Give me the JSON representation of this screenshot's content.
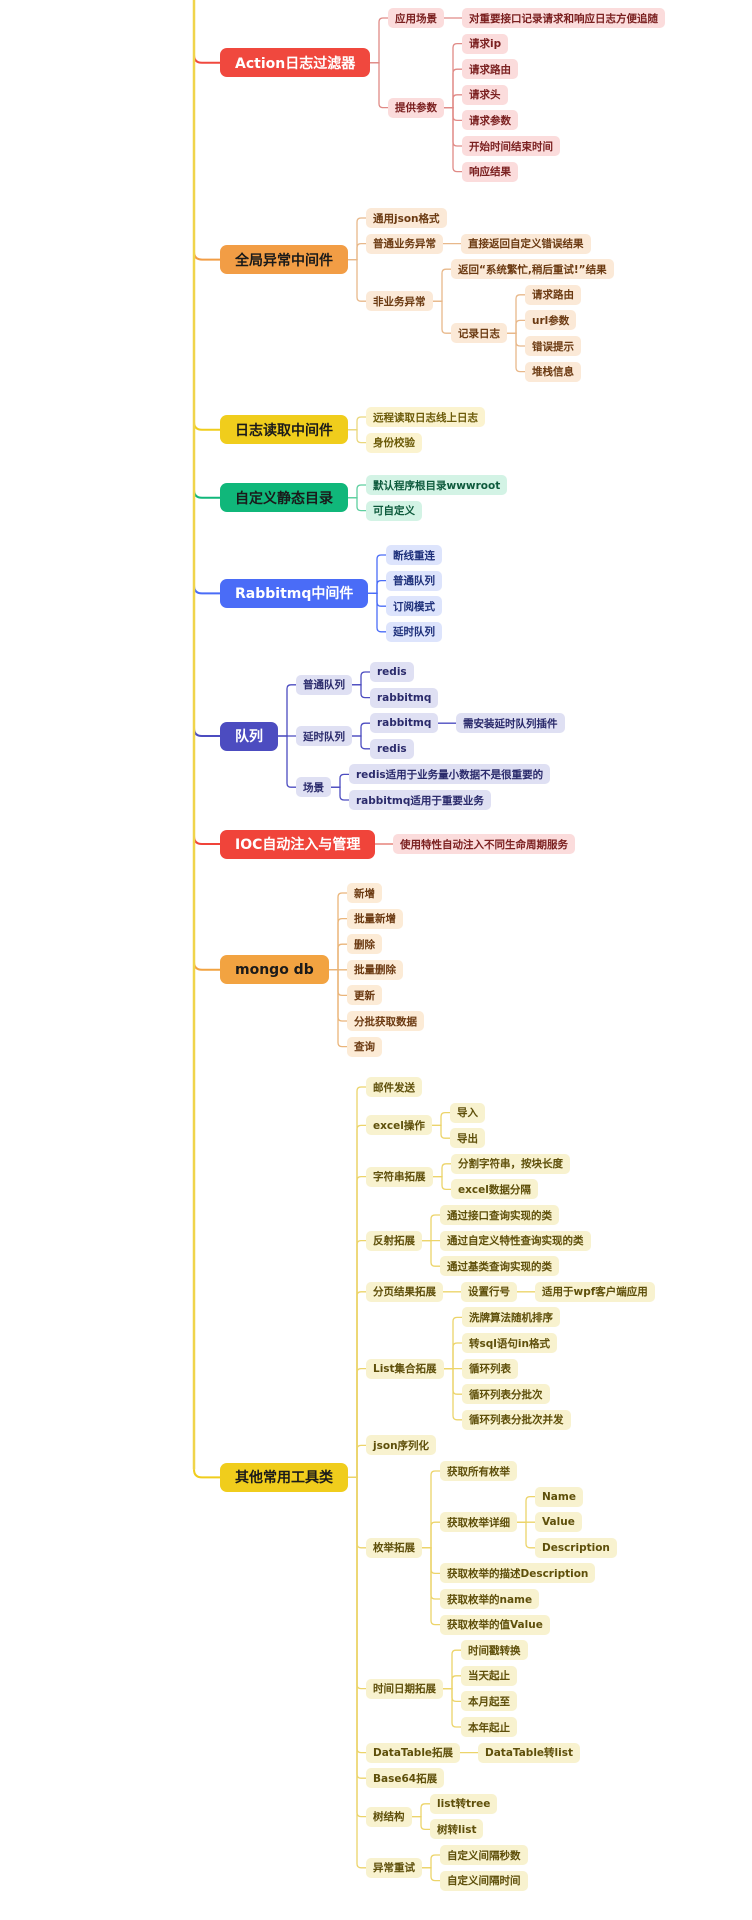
{
  "mindmap": {
    "branches": [
      {
        "label": "Action日志过滤器",
        "accent": "#f0483e",
        "main_text": "#ffffff",
        "tint": "#fbdcdc",
        "text": "#7a1f1f",
        "line": "#e08a86",
        "children": [
          {
            "label": "应用场景",
            "children": [
              {
                "label": "对重要接口记录请求和响应日志方便追随"
              }
            ]
          },
          {
            "label": "提供参数",
            "children": [
              {
                "label": "请求ip"
              },
              {
                "label": "请求路由"
              },
              {
                "label": "请求头"
              },
              {
                "label": "请求参数"
              },
              {
                "label": "开始时间结束时间"
              },
              {
                "label": "响应结果"
              }
            ]
          }
        ]
      },
      {
        "label": "全局异常中间件",
        "accent": "#f29d45",
        "main_text": "#1a1a1a",
        "tint": "#fbe9d7",
        "text": "#6b3a12",
        "line": "#e8b88a",
        "children": [
          {
            "label": "通用json格式"
          },
          {
            "label": "普通业务异常",
            "children": [
              {
                "label": "直接返回自定义错误结果"
              }
            ]
          },
          {
            "label": "非业务异常",
            "children": [
              {
                "label": "返回“系统繁忙,稍后重试!”结果"
              },
              {
                "label": "记录日志",
                "children": [
                  {
                    "label": "请求路由"
                  },
                  {
                    "label": "url参数"
                  },
                  {
                    "label": "错误提示"
                  },
                  {
                    "label": "堆栈信息"
                  }
                ]
              }
            ]
          }
        ]
      },
      {
        "label": "日志读取中间件",
        "accent": "#f0cd1c",
        "main_text": "#1a1a1a",
        "tint": "#fbf3cf",
        "text": "#6b5a08",
        "line": "#ead77c",
        "children": [
          {
            "label": "远程读取日志线上日志"
          },
          {
            "label": "身份校验"
          }
        ]
      },
      {
        "label": "自定义静态目录",
        "accent": "#10b77a",
        "main_text": "#1a1a1a",
        "tint": "#d3f3e5",
        "text": "#0d5a3c",
        "line": "#5ecf9f",
        "children": [
          {
            "label": "默认程序根目录wwwroot"
          },
          {
            "label": "可自定义"
          }
        ]
      },
      {
        "label": "Rabbitmq中间件",
        "accent": "#4a6cf7",
        "main_text": "#ffffff",
        "tint": "#dde4fc",
        "text": "#1d2f7a",
        "line": "#4a6cf7",
        "children": [
          {
            "label": "断线重连"
          },
          {
            "label": "普通队列"
          },
          {
            "label": "订阅模式"
          },
          {
            "label": "延时队列"
          }
        ]
      },
      {
        "label": "队列",
        "accent": "#4c4cc0",
        "main_text": "#ffffff",
        "tint": "#dfe0f3",
        "text": "#2a2a6b",
        "line": "#4c4cc0",
        "children": [
          {
            "label": "普通队列",
            "children": [
              {
                "label": "redis"
              },
              {
                "label": "rabbitmq"
              }
            ]
          },
          {
            "label": "延时队列",
            "children": [
              {
                "label": "rabbitmq",
                "children": [
                  {
                    "label": "需安装延时队列插件"
                  }
                ]
              },
              {
                "label": "redis"
              }
            ]
          },
          {
            "label": "场景",
            "children": [
              {
                "label": "redis适用于业务量小数据不是很重要的"
              },
              {
                "label": "rabbitmq适用于重要业务"
              }
            ]
          }
        ]
      },
      {
        "label": "IOC自动注入与管理",
        "accent": "#f0443a",
        "main_text": "#ffffff",
        "tint": "#fbdcdc",
        "text": "#7a1f1f",
        "line": "#e06a62",
        "children": [
          {
            "label": "使用特性自动注入不同生命周期服务"
          }
        ]
      },
      {
        "label": "mongo db",
        "accent": "#f2a341",
        "main_text": "#1a1a1a",
        "tint": "#fcebd6",
        "text": "#6b3a12",
        "line": "#eab57a",
        "children": [
          {
            "label": "新增"
          },
          {
            "label": "批量新增"
          },
          {
            "label": "删除"
          },
          {
            "label": "批量删除"
          },
          {
            "label": "更新"
          },
          {
            "label": "分批获取数据"
          },
          {
            "label": "查询"
          }
        ]
      },
      {
        "label": "其他常用工具类",
        "accent": "#f0cd1c",
        "main_text": "#1a1a1a",
        "tint": "#f8f2cf",
        "text": "#5e4f0a",
        "line": "#ecd46a",
        "children": [
          {
            "label": "邮件发送"
          },
          {
            "label": "excel操作",
            "children": [
              {
                "label": "导入"
              },
              {
                "label": "导出"
              }
            ]
          },
          {
            "label": "字符串拓展",
            "children": [
              {
                "label": "分割字符串，按块长度"
              },
              {
                "label": "excel数据分隔"
              }
            ]
          },
          {
            "label": "反射拓展",
            "children": [
              {
                "label": "通过接口查询实现的类"
              },
              {
                "label": "通过自定义特性查询实现的类"
              },
              {
                "label": "通过基类查询实现的类"
              }
            ]
          },
          {
            "label": "分页结果拓展",
            "children": [
              {
                "label": "设置行号",
                "children": [
                  {
                    "label": "适用于wpf客户端应用"
                  }
                ]
              }
            ]
          },
          {
            "label": "List集合拓展",
            "children": [
              {
                "label": "洗牌算法随机排序"
              },
              {
                "label": "转sql语句in格式"
              },
              {
                "label": "循环列表"
              },
              {
                "label": "循环列表分批次"
              },
              {
                "label": "循环列表分批次并发"
              }
            ]
          },
          {
            "label": "json序列化"
          },
          {
            "label": "枚举拓展",
            "children": [
              {
                "label": "获取所有枚举"
              },
              {
                "label": "获取枚举详细",
                "children": [
                  {
                    "label": "Name"
                  },
                  {
                    "label": "Value"
                  },
                  {
                    "label": "Description"
                  }
                ]
              },
              {
                "label": "获取枚举的描述Description"
              },
              {
                "label": "获取枚举的name"
              },
              {
                "label": "获取枚举的值Value"
              }
            ]
          },
          {
            "label": "时间日期拓展",
            "children": [
              {
                "label": "时间戳转换"
              },
              {
                "label": "当天起止"
              },
              {
                "label": "本月起至"
              },
              {
                "label": "本年起止"
              }
            ]
          },
          {
            "label": "DataTable拓展",
            "children": [
              {
                "label": "DataTable转list"
              }
            ]
          },
          {
            "label": "Base64拓展"
          },
          {
            "label": "树结构",
            "children": [
              {
                "label": "list转tree"
              },
              {
                "label": "树转list"
              }
            ]
          },
          {
            "label": "异常重试",
            "children": [
              {
                "label": "自定义间隔秒数"
              },
              {
                "label": "自定义间隔时间"
              }
            ]
          }
        ]
      }
    ],
    "trunk_color": "#f0d44a"
  }
}
